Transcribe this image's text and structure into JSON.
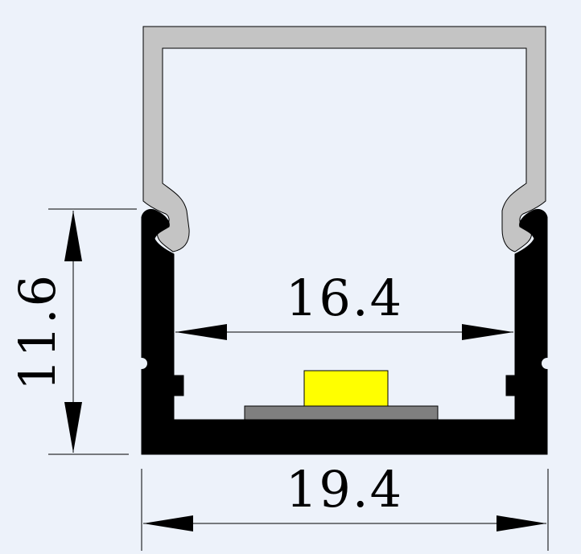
{
  "dimensions": {
    "height": "11.6",
    "inner_width": "16.4",
    "outer_width": "19.4"
  },
  "colors": {
    "background": "#edf2fa",
    "cover": "#c4c4c4",
    "profile": "#000000",
    "pcb": "#7f7f7f",
    "led": "#ffff00",
    "line": "#000000"
  }
}
